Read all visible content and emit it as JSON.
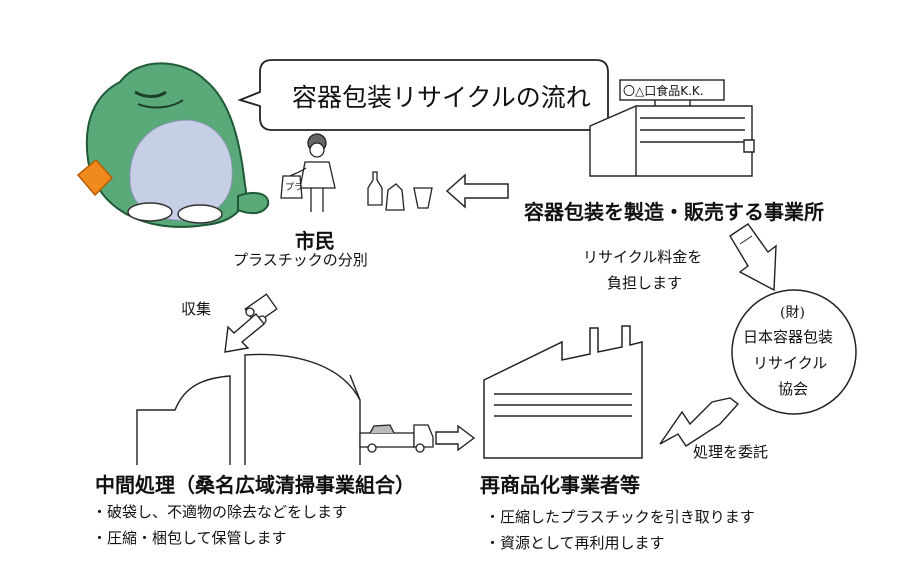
{
  "diagram": {
    "title": "容器包装リサイクルの流れ",
    "company_sign": "〇△口食品K.K.",
    "manufacturer_label": "容器包装を製造・販売する事業所",
    "citizen_label": "市民",
    "citizen_desc": "プラスチックの分別",
    "bag_label": "プラ",
    "collection_label": "収集",
    "recycle_fee_line1": "リサイクル料金を",
    "recycle_fee_line2": "負担します",
    "association_line1": "(財)",
    "association_line2": "日本容器包装",
    "association_line3": "リサイクル",
    "association_line4": "協会",
    "consign_label": "処理を委託",
    "intermediate_label": "中間処理（桑名広域清掃事業組合）",
    "intermediate_items": [
      "・破袋し、不適物の除去などをします",
      "・圧縮・梱包して保管します"
    ],
    "recycler_label": "再商品化事業者等",
    "recycler_items": [
      "・圧縮したプラスチックを引き取ります",
      "・資源として再利用します"
    ]
  }
}
